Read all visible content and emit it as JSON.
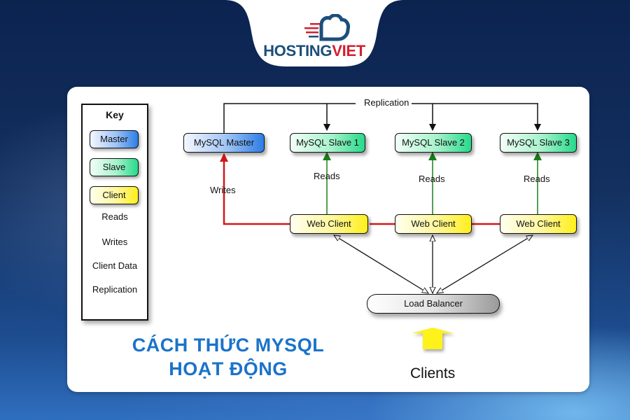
{
  "brand": {
    "name_part1": "HOSTING",
    "name_part2": "VIET",
    "logo_icon": "cloud-speed-icon",
    "colors": {
      "primary": "#1b4f7c",
      "accent": "#d3202f"
    }
  },
  "title": {
    "line1": "CÁCH THỨC MYSQL",
    "line2": "HOẠT ĐỘNG",
    "color": "#1a73c9"
  },
  "key": {
    "title": "Key",
    "boxes": [
      {
        "label": "Master",
        "type": "master"
      },
      {
        "label": "Slave",
        "type": "slave"
      },
      {
        "label": "Client",
        "type": "client"
      }
    ],
    "arrows": [
      {
        "label": "Reads",
        "style": "green-arrow",
        "color": "#1a7f1a"
      },
      {
        "label": "Writes",
        "style": "red-arrow",
        "color": "#d41818"
      },
      {
        "label": "Client Data",
        "style": "double-open-arrow",
        "color": "#111111"
      },
      {
        "label": "Replication",
        "style": "black-arrow",
        "color": "#111111"
      }
    ]
  },
  "diagram": {
    "replication_label": "Replication",
    "master": {
      "label": "MySQL Master"
    },
    "slaves": [
      {
        "label": "MySQL Slave 1"
      },
      {
        "label": "MySQL Slave 2"
      },
      {
        "label": "MySQL Slave 3"
      }
    ],
    "web_clients": [
      {
        "label": "Web Client"
      },
      {
        "label": "Web Client"
      },
      {
        "label": "Web Client"
      }
    ],
    "reads_labels": [
      "Reads",
      "Reads",
      "Reads"
    ],
    "writes_label": "Writes",
    "load_balancer": {
      "label": "Load Balancer"
    },
    "clients_label": "Clients"
  }
}
